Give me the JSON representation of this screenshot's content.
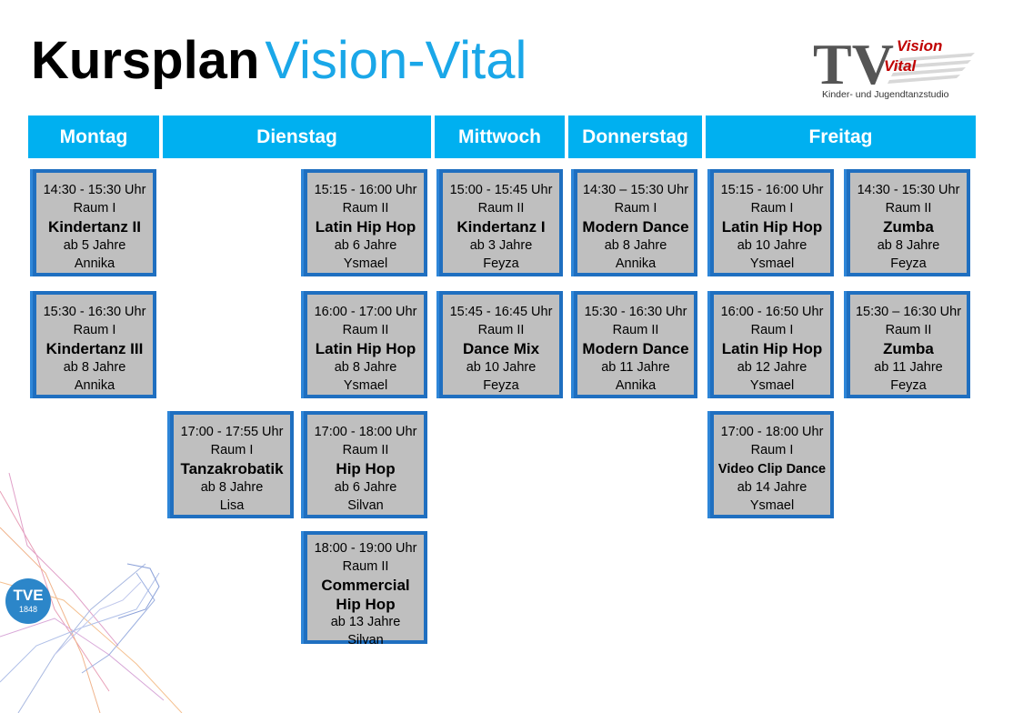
{
  "title": {
    "bold": "Kursplan",
    "accent": "Vision-Vital"
  },
  "logo": {
    "letters": "TV",
    "word1": "Vision",
    "word2": "Vital",
    "caption": "Kinder- und Jugendtanzstudio"
  },
  "club_badge": {
    "letters": "TVE",
    "year": "1848"
  },
  "days": [
    "Montag",
    "Dienstag",
    "Mittwoch",
    "Donnerstag",
    "Freitag"
  ],
  "courses": [
    {
      "time": "14:30 - 15:30 Uhr",
      "room": "Raum I",
      "name": "Kindertanz II",
      "age": "ab  5 Jahre",
      "teacher": "Annika"
    },
    {
      "time": "15:30 - 16:30 Uhr",
      "room": "Raum I",
      "name": "Kindertanz III",
      "age": "ab  8 Jahre",
      "teacher": "Annika"
    },
    {
      "time": "17:00 - 17:55 Uhr",
      "room": "Raum I",
      "name": "Tanzakrobatik",
      "age": "ab  8 Jahre",
      "teacher": "Lisa"
    },
    {
      "time": "15:15 - 16:00 Uhr",
      "room": "Raum II",
      "name": "Latin Hip Hop",
      "age": "ab 6 Jahre",
      "teacher": "Ysmael"
    },
    {
      "time": "16:00 - 17:00 Uhr",
      "room": "Raum II",
      "name": "Latin Hip Hop",
      "age": "ab  8 Jahre",
      "teacher": "Ysmael"
    },
    {
      "time": "17:00 - 18:00 Uhr",
      "room": "Raum II",
      "name": "Hip Hop",
      "age": "ab 6 Jahre",
      "teacher": "Silvan"
    },
    {
      "time": "18:00 - 19:00 Uhr",
      "room": "Raum II",
      "name1": "Commercial",
      "name2": "Hip Hop",
      "age": "ab 13 Jahre",
      "teacher": "Silvan"
    },
    {
      "time": "15:00 - 15:45 Uhr",
      "room": "Raum II",
      "name": "Kindertanz I",
      "age": "ab 3 Jahre",
      "teacher": "Feyza"
    },
    {
      "time": "15:45 - 16:45 Uhr",
      "room": "Raum II",
      "name": "Dance Mix",
      "age": "ab 10 Jahre",
      "teacher": "Feyza"
    },
    {
      "time": "14:30 – 15:30 Uhr",
      "room": "Raum I",
      "name": "Modern Dance",
      "age": "ab 8 Jahre",
      "teacher": "Annika"
    },
    {
      "time": "15:30 - 16:30 Uhr",
      "room": "Raum II",
      "name": "Modern Dance",
      "age": "ab 11 Jahre",
      "teacher": "Annika"
    },
    {
      "time": "15:15 - 16:00 Uhr",
      "room": "Raum I",
      "name": "Latin Hip Hop",
      "age": "ab 10 Jahre",
      "teacher": "Ysmael"
    },
    {
      "time": "16:00 - 16:50 Uhr",
      "room": "Raum I",
      "name": "Latin Hip Hop",
      "age": "ab 12 Jahre",
      "teacher": "Ysmael"
    },
    {
      "time": "17:00 - 18:00 Uhr",
      "room": "Raum I",
      "name": "Video Clip Dance",
      "age": "ab 14 Jahre",
      "teacher": "Ysmael"
    },
    {
      "time": "14:30 - 15:30 Uhr",
      "room": "Raum II",
      "name": "Zumba",
      "age": "ab 8 Jahre",
      "teacher": "Feyza"
    },
    {
      "time": "15:30 – 16:30 Uhr",
      "room": "Raum II",
      "name": "Zumba",
      "age": "ab 11 Jahre",
      "teacher": "Feyza"
    }
  ]
}
